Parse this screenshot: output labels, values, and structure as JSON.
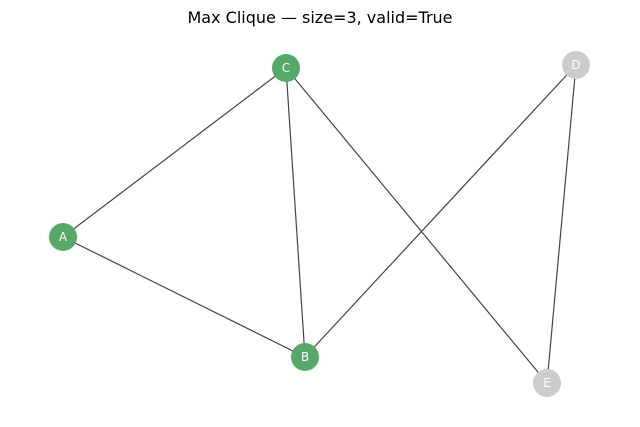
{
  "diagram": {
    "title": "Max Clique — size=3, valid=True",
    "colors": {
      "clique_node": "#55a868",
      "other_node": "#cccccc",
      "edge": "#444444",
      "label": "#ffffff"
    },
    "nodes": [
      {
        "id": "A",
        "label": "A",
        "in_clique": true
      },
      {
        "id": "B",
        "label": "B",
        "in_clique": true
      },
      {
        "id": "C",
        "label": "C",
        "in_clique": true
      },
      {
        "id": "D",
        "label": "D",
        "in_clique": false
      },
      {
        "id": "E",
        "label": "E",
        "in_clique": false
      }
    ],
    "edges": [
      {
        "source": "A",
        "target": "C"
      },
      {
        "source": "A",
        "target": "B"
      },
      {
        "source": "C",
        "target": "B"
      },
      {
        "source": "C",
        "target": "E"
      },
      {
        "source": "B",
        "target": "D"
      },
      {
        "source": "D",
        "target": "E"
      }
    ]
  }
}
